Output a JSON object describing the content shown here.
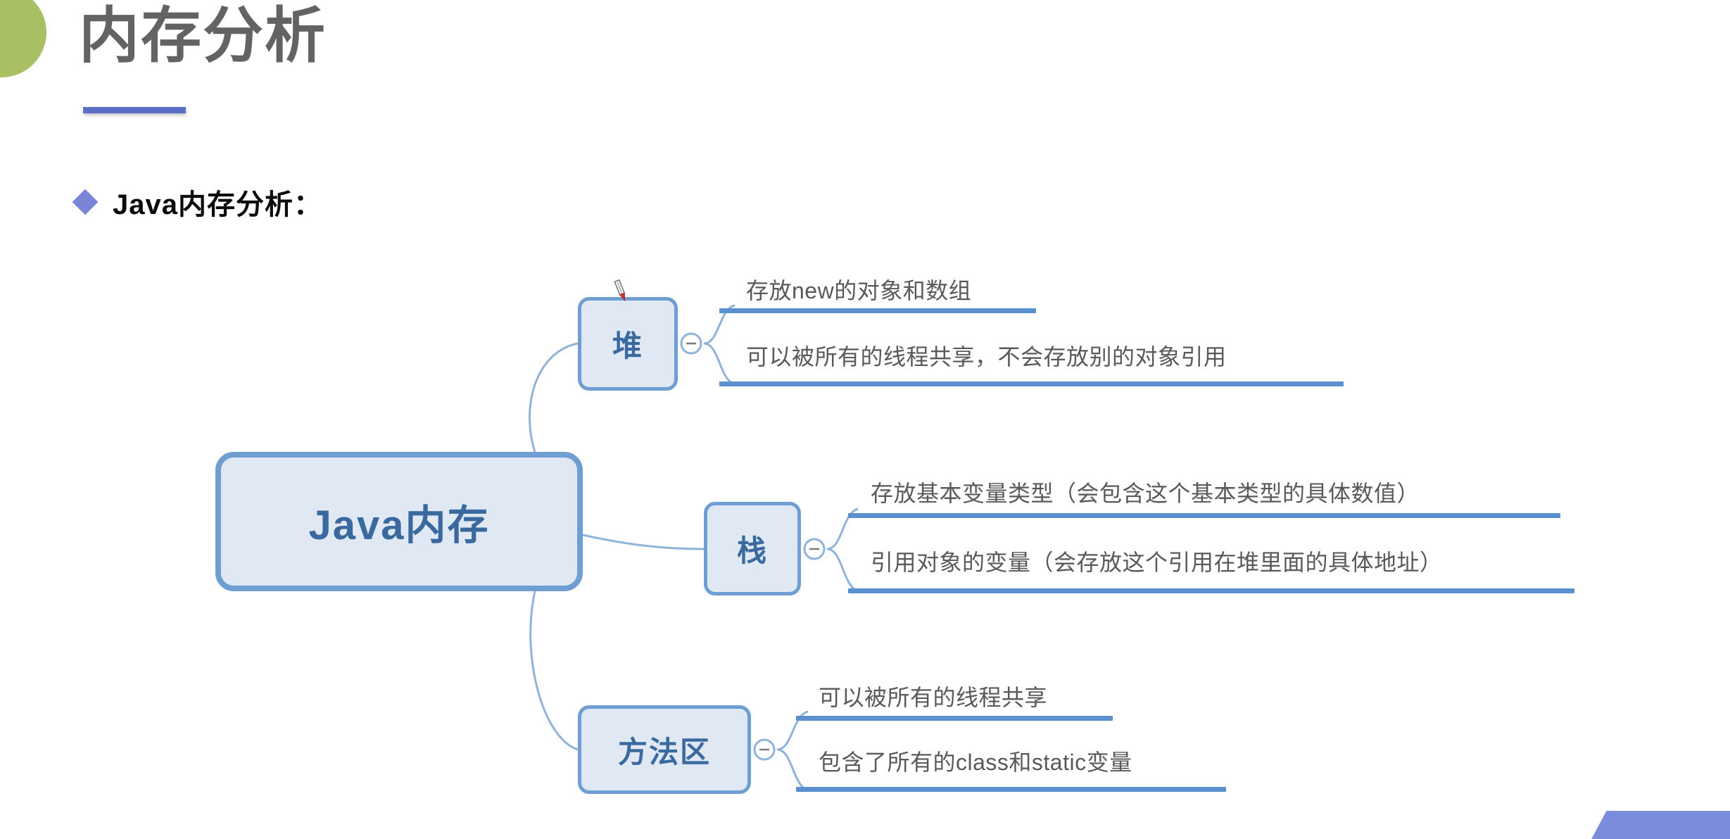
{
  "slide": {
    "title": "内存分析",
    "bullet": {
      "icon": "diamond-bullet-icon",
      "text": "Java内存分析："
    }
  },
  "colors": {
    "title_text": "#636363",
    "title_underline": "#5b6fc9",
    "bullet_diamond": "#7b85d8",
    "decoration_circle": "#a8c063",
    "decoration_corner": "#7b8cdb",
    "node_fill": "#dfe8f3",
    "node_border": "#6f9fd2",
    "node_text": "#39699e",
    "leaf_bar": "#5a8fd0",
    "leaf_text": "#595959",
    "connector": "#8fb3d9"
  },
  "mindmap": {
    "root": {
      "label": "Java内存"
    },
    "branches": [
      {
        "label": "堆",
        "collapse_icon": "minus-circle-icon",
        "leaves": [
          "存放new的对象和数组",
          "可以被所有的线程共享，不会存放别的对象引用"
        ]
      },
      {
        "label": "栈",
        "collapse_icon": "minus-circle-icon",
        "leaves": [
          "存放基本变量类型（会包含这个基本类型的具体数值）",
          "引用对象的变量（会存放这个引用在堆里面的具体地址）"
        ]
      },
      {
        "label": "方法区",
        "collapse_icon": "minus-circle-icon",
        "leaves": [
          "可以被所有的线程共享",
          "包含了所有的class和static变量"
        ]
      }
    ]
  },
  "cursor": {
    "icon": "pen-cursor-icon"
  }
}
